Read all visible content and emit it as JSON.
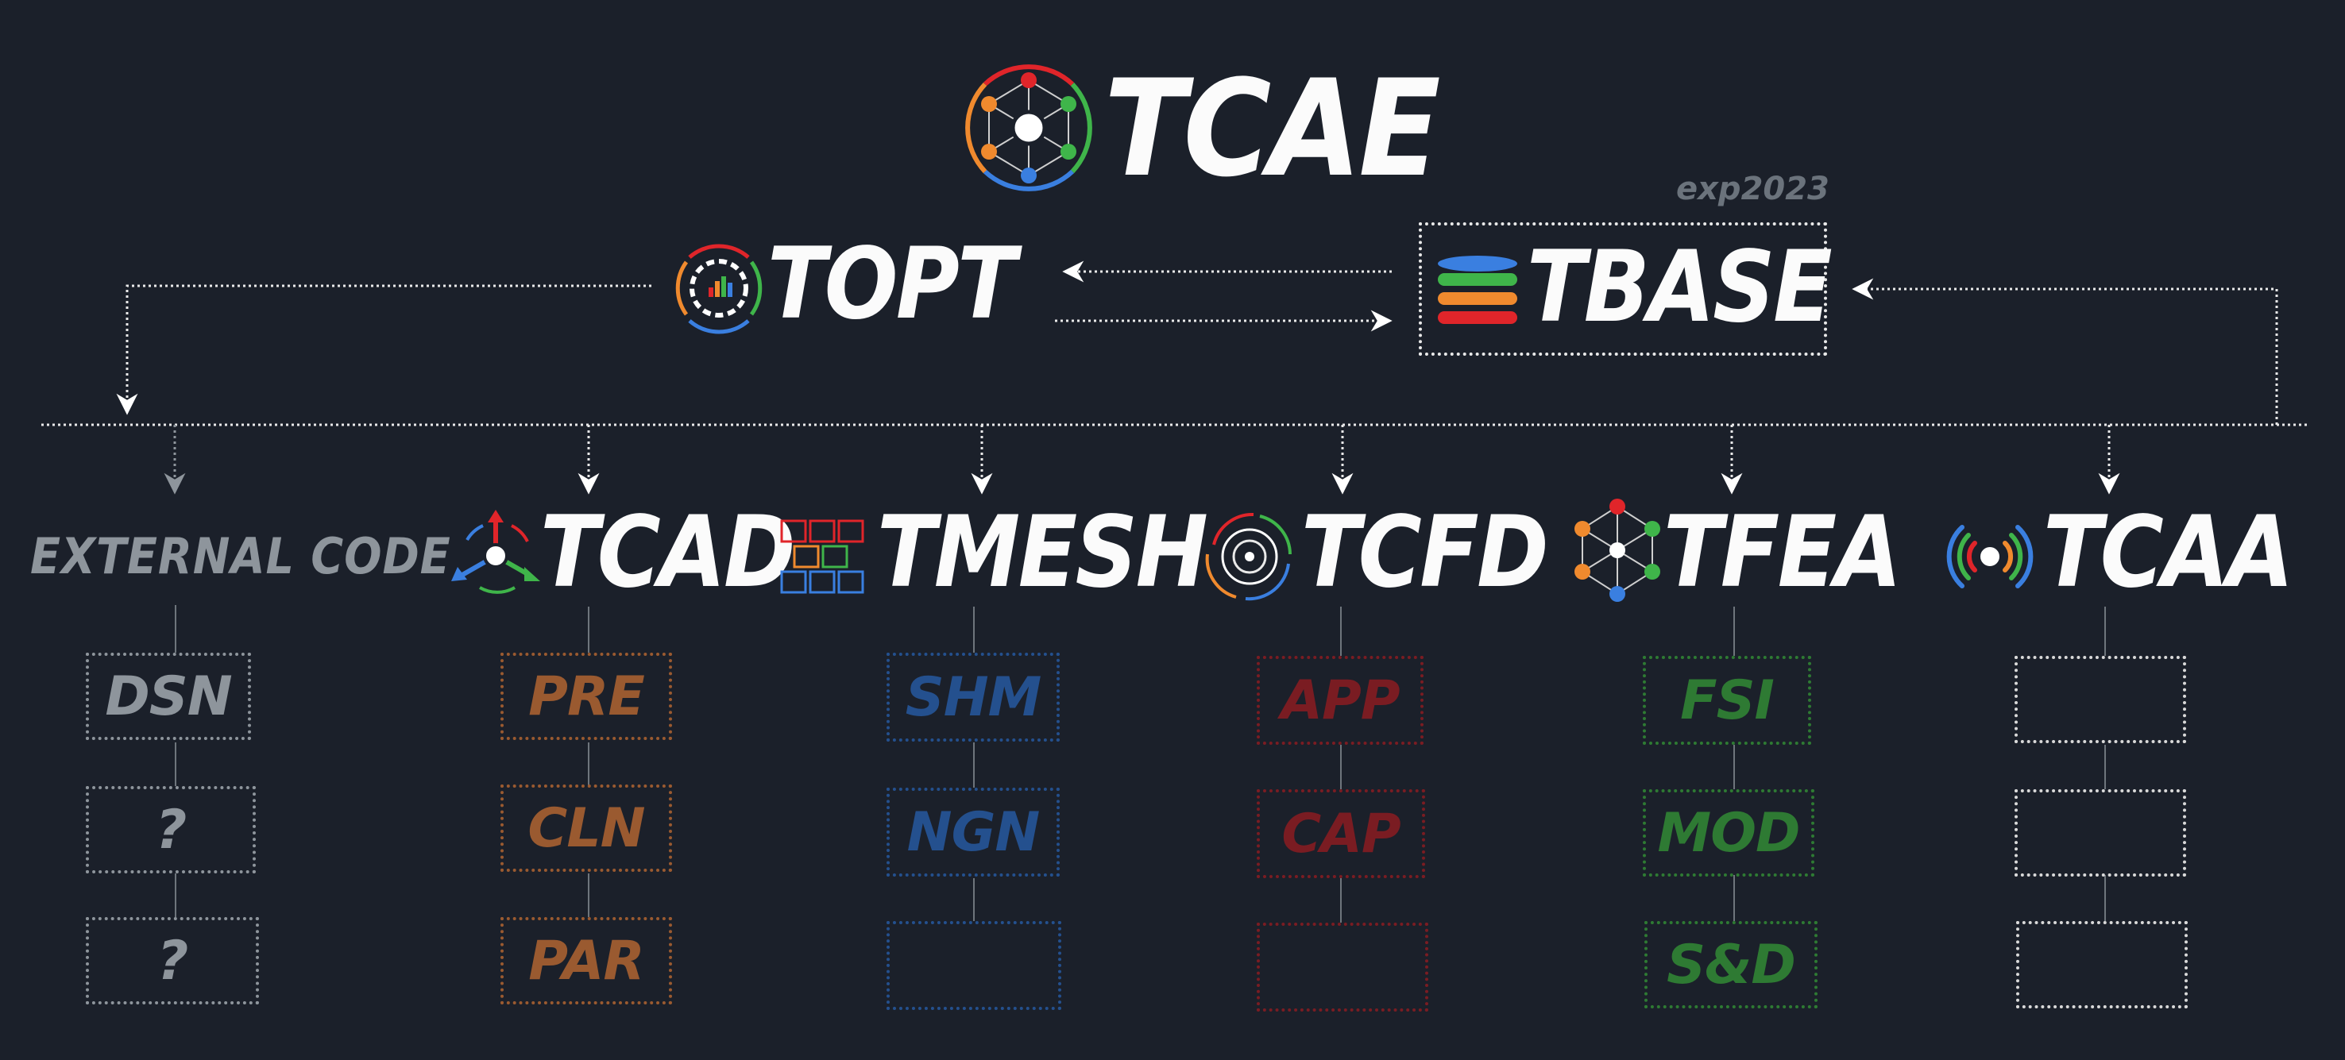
{
  "header": {
    "title": "TCAE"
  },
  "top_row": {
    "opt": "TOPT",
    "base": "TBASE",
    "base_tag": "exp2023"
  },
  "modules": [
    {
      "name": "EXTERNAL CODE",
      "color": "#8e959c",
      "items": [
        "DSN",
        "?",
        "?"
      ]
    },
    {
      "name": "TCAD",
      "color": "#9a5a30",
      "items": [
        "PRE",
        "CLN",
        "PAR"
      ]
    },
    {
      "name": "TMESH",
      "color": "#24508e",
      "items": [
        "SHM",
        "NGN",
        ""
      ]
    },
    {
      "name": "TCFD",
      "color": "#7a1c22",
      "items": [
        "APP",
        "CAP",
        ""
      ]
    },
    {
      "name": "TFEA",
      "color": "#2e7a33",
      "items": [
        "FSI",
        "MOD",
        "S&D"
      ]
    },
    {
      "name": "TCAA",
      "color": "#d9d9d9",
      "items": [
        "",
        "",
        ""
      ]
    }
  ],
  "icons": {
    "tcae": "network-cycle-icon",
    "topt": "gear-cycle-icon",
    "tbase": "database-stack-icon",
    "tcad": "axes-icon",
    "tmesh": "cube-grid-icon",
    "tcfd": "vortex-icon",
    "tfea": "node-graph-icon",
    "tcaa": "sound-wave-icon"
  },
  "palette": {
    "bg": "#1b202a",
    "red": "#e0252a",
    "orange": "#f08a2e",
    "green": "#3fb54a",
    "blue": "#3a7fe0",
    "white": "#fbfbfb"
  }
}
